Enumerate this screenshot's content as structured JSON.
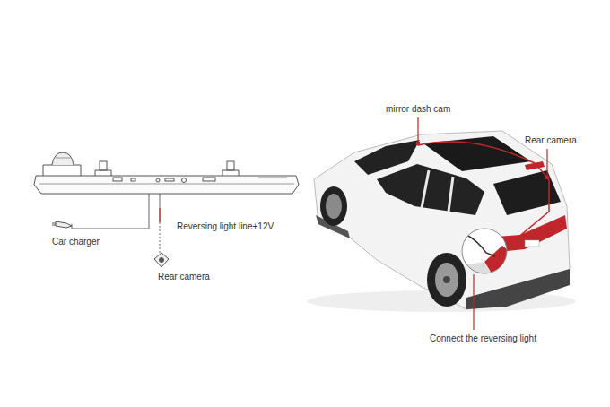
{
  "diagram": {
    "labels": [
      "Reversing light line+12V",
      "Car charger",
      "Rear camera",
      "mirror dash cam",
      "Rear camera",
      "Connect the reversing light"
    ]
  }
}
